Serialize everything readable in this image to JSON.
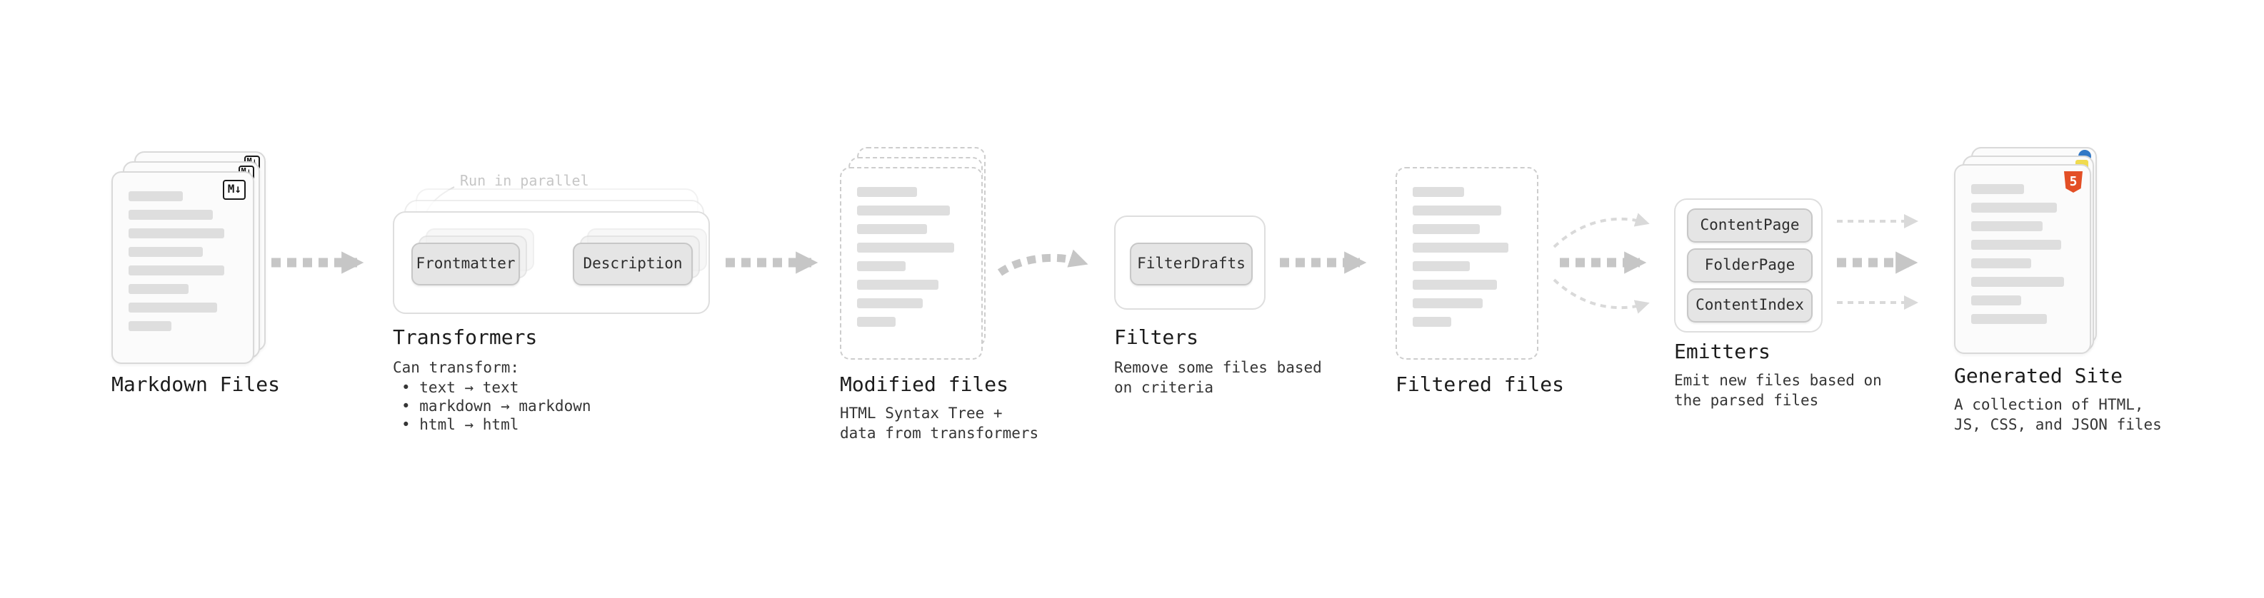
{
  "diagram": {
    "markdown_files": {
      "title": "Markdown Files",
      "badge": "M↓"
    },
    "transformers": {
      "parallel_label": "Run in parallel",
      "node_a": "Frontmatter",
      "node_b": "Description",
      "title": "Transformers",
      "subtitle": "Can transform:",
      "bullets": [
        "• text → text",
        "• markdown → markdown",
        "• html → html"
      ]
    },
    "modified_files": {
      "title": "Modified files",
      "subtitle": "HTML Syntax Tree +\ndata from transformers"
    },
    "filters": {
      "node": "FilterDrafts",
      "title": "Filters",
      "subtitle": "Remove some files based\non criteria"
    },
    "filtered_files": {
      "title": "Filtered files"
    },
    "emitters": {
      "nodes": [
        "ContentPage",
        "FolderPage",
        "ContentIndex"
      ],
      "title": "Emitters",
      "subtitle": "Emit new files based on\nthe parsed files"
    },
    "generated_site": {
      "title": "Generated Site",
      "subtitle": "A collection of HTML,\nJS, CSS, and JSON files",
      "badge": "5"
    },
    "colors": {
      "arrow": "#c6c6c6",
      "arrow_light": "#d9d9d9",
      "html5_orange": "#e34f26",
      "js_yellow": "#f0db4f",
      "json_blue": "#3178c6"
    }
  }
}
